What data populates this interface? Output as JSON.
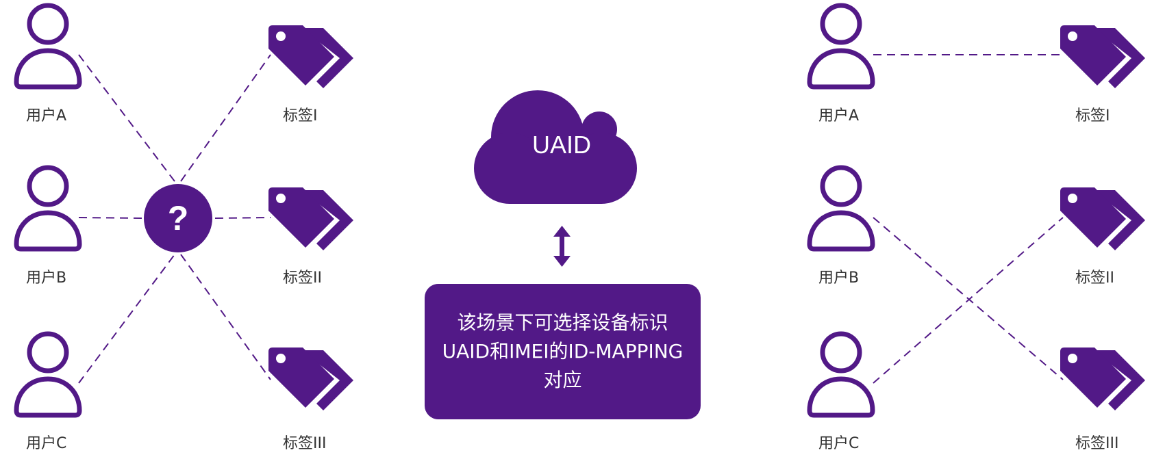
{
  "colors": {
    "accent": "#521987",
    "label_text": "#333333",
    "on_accent_text": "#ffffff"
  },
  "left_panel": {
    "users": [
      {
        "label": "用户A"
      },
      {
        "label": "用户B"
      },
      {
        "label": "用户C"
      }
    ],
    "tags": [
      {
        "label": "标签I"
      },
      {
        "label": "标签II"
      },
      {
        "label": "标签III"
      }
    ],
    "hub_symbol": "?"
  },
  "center_panel": {
    "cloud_label": "UAID",
    "box_lines": [
      "该场景下可选择设备标识",
      "UAID和IMEI的ID-MAPPING",
      "对应"
    ]
  },
  "right_panel": {
    "users": [
      {
        "label": "用户A"
      },
      {
        "label": "用户B"
      },
      {
        "label": "用户C"
      }
    ],
    "tags": [
      {
        "label": "标签I"
      },
      {
        "label": "标签II"
      },
      {
        "label": "标签III"
      }
    ],
    "mapping": [
      [
        "用户A",
        "标签I"
      ],
      [
        "用户B",
        "标签III"
      ],
      [
        "用户C",
        "标签II"
      ]
    ]
  },
  "icons": {
    "user": "user-outline-icon",
    "tag": "tag-icon",
    "cloud": "cloud-icon",
    "arrow": "double-arrow-vertical-icon",
    "hub": "question-mark-icon"
  }
}
